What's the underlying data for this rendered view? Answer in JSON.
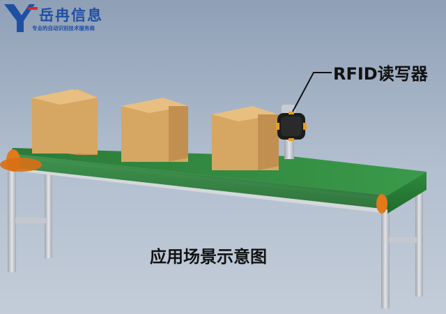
{
  "logo": {
    "mark": "Y",
    "company_name": "岳冉信息",
    "slogan": "专业的自动识别技术服务商"
  },
  "labels": {
    "reader": "RFID读写器",
    "caption": "应用场景示意图"
  },
  "colors": {
    "background": "#a7b6c9",
    "belt": "#2e8b3e",
    "roller": "#e07a1a",
    "box": "#d9a965",
    "frame": "#c9cdd3",
    "reader_body": "#1c1c1c",
    "reader_accent": "#e8a020",
    "brand": "#1f4fa3"
  },
  "icons": [
    "logo-y-mark",
    "rfid-reader-icon",
    "cardboard-box-icon"
  ]
}
